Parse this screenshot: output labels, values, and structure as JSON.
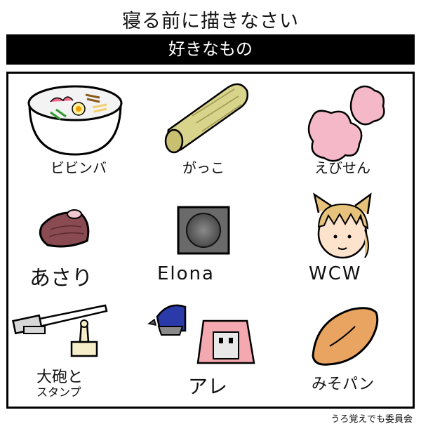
{
  "title": "寝る前に描きなさい",
  "banner": "好きなもの",
  "items": [
    {
      "label": "ビビンバ"
    },
    {
      "label": "がっこ"
    },
    {
      "label": "えびせん"
    },
    {
      "label": "あさり"
    },
    {
      "label": "Elona"
    },
    {
      "label": "WCW"
    },
    {
      "label": "大砲と",
      "label2": "スタンプ"
    },
    {
      "label": "アレ"
    },
    {
      "label": "みそパン"
    }
  ],
  "credit": "うろ覚えでも委員会"
}
